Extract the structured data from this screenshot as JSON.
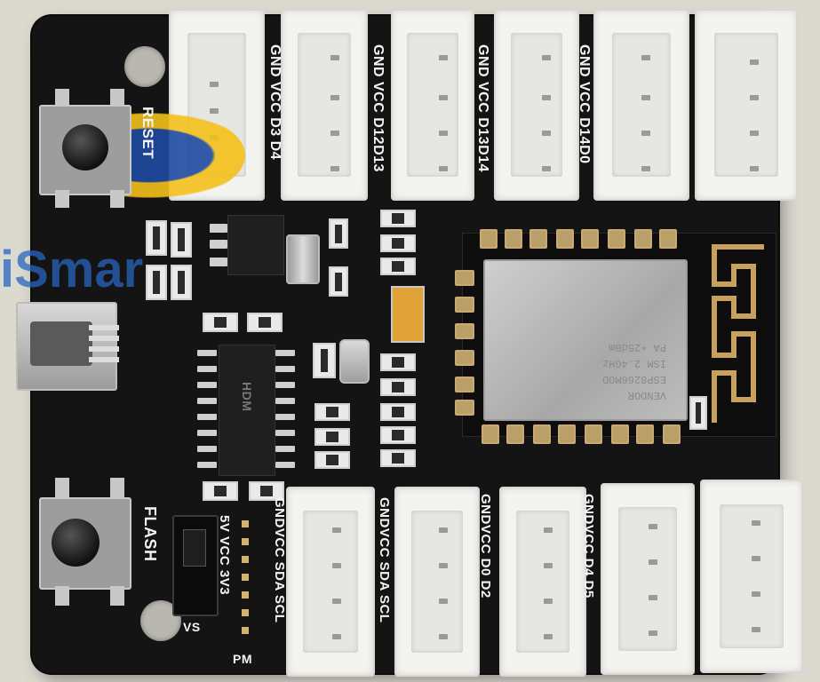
{
  "board": {
    "top_labels": [
      "GND VCC D3 D4",
      "GND VCC D12D13",
      "GND VCC D13D14",
      "GND VCC D14D0"
    ],
    "bottom_labels": [
      "GNDVCC SDA SCL",
      "GNDVCC SDA SCL",
      "GNDVCC D0 D2",
      "GNDVCC D4 D5"
    ],
    "reset_label": "RESET",
    "flash_label": "FLASH",
    "voltage_label": "5V VCC 3V3",
    "vs_label": "VS",
    "pm_label": "PM",
    "ic_marking": "HDM",
    "module_text": [
      "VENDOR",
      "ESP8266MOD",
      "ISM 2.4GHz",
      "PA +25dBm"
    ]
  },
  "watermark": {
    "text": "iSmar"
  },
  "colors": {
    "pcb": "#141414",
    "connector": "#f3f3f1",
    "silkscreen": "#f4f4f4",
    "gold_pad": "#caa96e",
    "antenna": "#c9a25a"
  }
}
